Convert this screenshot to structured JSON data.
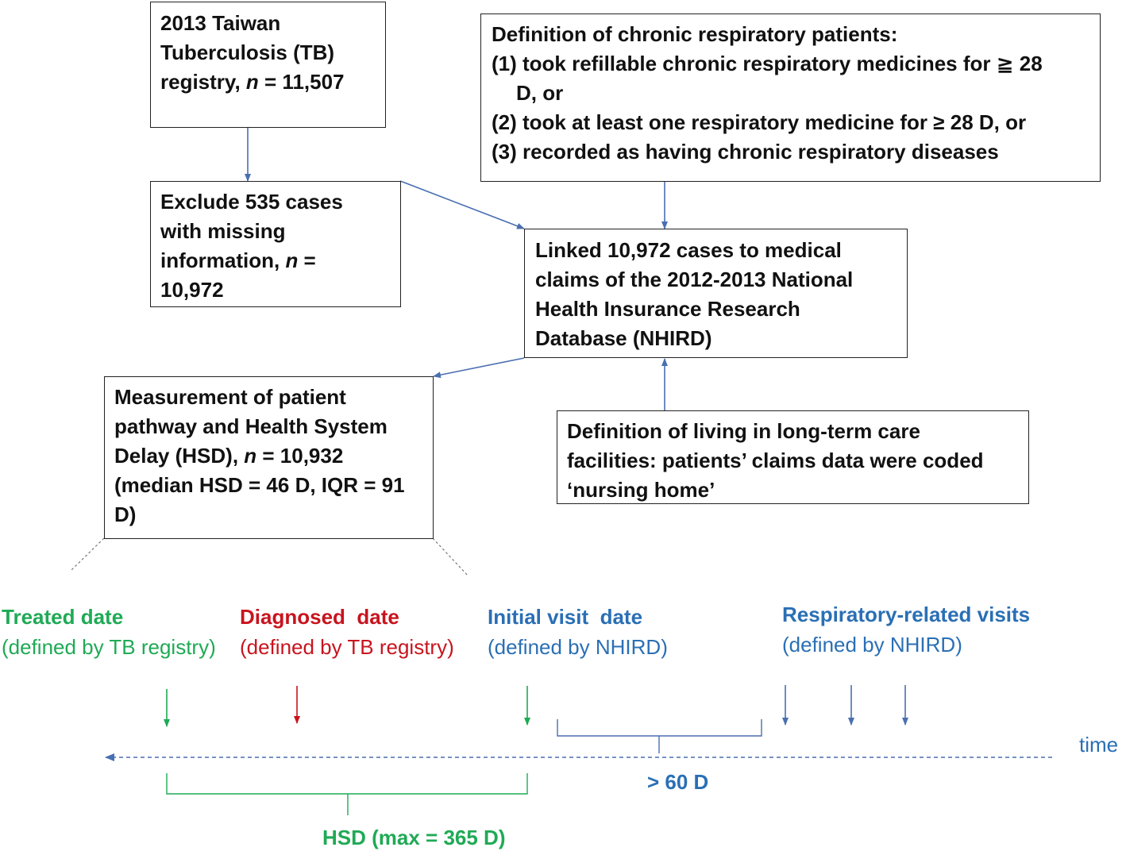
{
  "box_registry": {
    "line1": "2013 Taiwan",
    "line2": "Tuberculosis (TB)",
    "line3_pre": "registry, ",
    "line3_n": "n",
    "line3_post": " = 11,507"
  },
  "box_exclude": {
    "line1": "Exclude 535 cases",
    "line2": "with missing",
    "line3_pre": "information, ",
    "line3_n": "n",
    "line3_post": " =",
    "line4": "10,972"
  },
  "box_definition_chronic": {
    "title": "Definition of chronic respiratory patients:",
    "item1a": "(1) took refillable chronic respiratory medicines for ≧ 28",
    "item1b": "D, or",
    "item2": "(2) took at least one respiratory medicine for ≥ 28 D, or",
    "item3": "(3) recorded as having chronic respiratory diseases"
  },
  "box_linked": {
    "line1": "Linked 10,972 cases to medical",
    "line2": "claims of the 2012-2013 National",
    "line3": "Health Insurance Research",
    "line4": "Database (NHIRD)"
  },
  "box_measurement": {
    "line1": "Measurement of patient",
    "line2": "pathway and Health System",
    "line3_pre": "Delay (HSD), ",
    "line3_n": "n",
    "line3_post": " = 10,932",
    "line4": "(median HSD = 46 D, IQR = 91",
    "line5": "D)"
  },
  "box_ltc": {
    "line1": "Definition of living in long-term care",
    "line2": "facilities: patients’ claims data were coded",
    "line3": "‘nursing home’"
  },
  "timeline": {
    "treated_title": "Treated date",
    "treated_sub": "(defined by TB registry)",
    "diagnosed_title": "Diagnosed  date",
    "diagnosed_sub": "(defined by TB registry)",
    "initial_title": "Initial visit  date",
    "initial_sub": "(defined by NHIRD)",
    "resp_title": "Respiratory-related visits",
    "resp_sub": "(defined by NHIRD)",
    "time_label": "time",
    "gap_label": "> 60 D",
    "hsd_label": "HSD (max = 365 D)"
  },
  "colors": {
    "green": "#1faa55",
    "red": "#c8141e",
    "blue": "#2a6fb5",
    "arrow": "#4a6fb0"
  }
}
